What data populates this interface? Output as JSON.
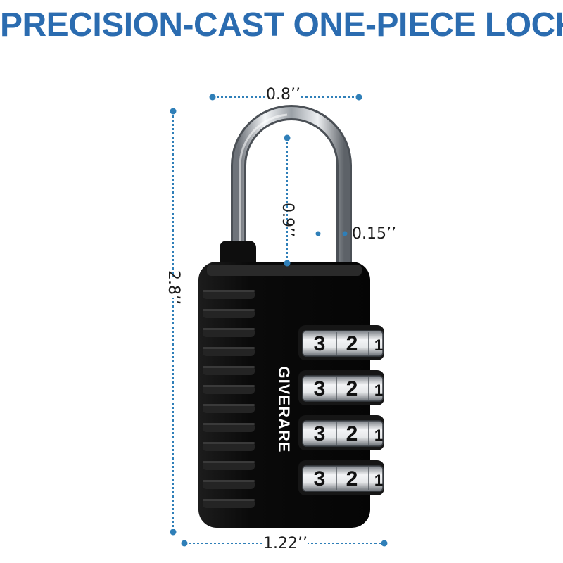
{
  "headline": "PRECISION-CAST ONE-PIECE LOCK",
  "brand": "GIVERARE",
  "dimensions": {
    "width": "0.8’’",
    "shackle_clearance": "0.9’’",
    "shackle_diameter": "0.15’’",
    "total_height": "2.8’’",
    "body_width": "1.22’’"
  },
  "dials": [
    {
      "digits": [
        "3",
        "2",
        "1"
      ]
    },
    {
      "digits": [
        "3",
        "2",
        "1"
      ]
    },
    {
      "digits": [
        "3",
        "2",
        "1"
      ]
    },
    {
      "digits": [
        "3",
        "2",
        "1"
      ]
    }
  ],
  "colors": {
    "headline": "#2b6cb0",
    "dimension_line": "#2f7fb8",
    "lock_body": "#0d0d0d",
    "shackle": "#c9ccd0"
  }
}
